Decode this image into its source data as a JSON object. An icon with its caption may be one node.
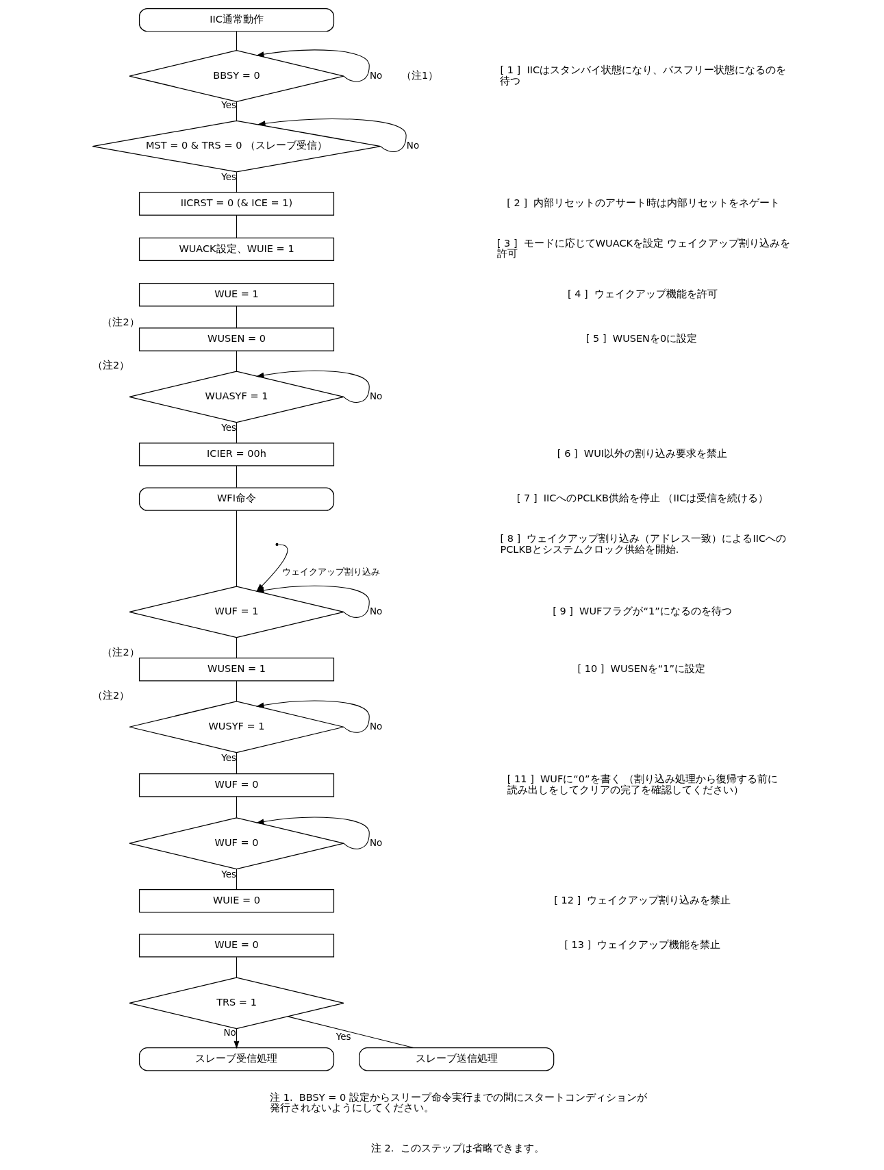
{
  "diagram": {
    "nodes": [
      {
        "text": [
          "IIC通常動作"
        ]
      },
      {
        "text": [
          "BBSY = 0"
        ]
      },
      {
        "text": [
          "MST = 0 & TRS = 0 （スレーブ受信）"
        ]
      },
      {
        "text": [
          "IICRST = 0 (& ICE = 1)"
        ]
      },
      {
        "text": [
          "WUACK設定、WUIE = 1"
        ]
      },
      {
        "text": [
          "WUE = 1"
        ]
      },
      {
        "text": [
          "WUSEN = 0"
        ],
        "beside": [
          "（注2）"
        ]
      },
      {
        "text": [
          "WUASYF = 1"
        ],
        "beside": [
          "（注2）"
        ]
      },
      {
        "text": [
          "ICIER = 00h"
        ]
      },
      {
        "text": [
          "WFI命令"
        ]
      },
      {
        "text": [
          "WUF = 1"
        ]
      },
      {
        "text": [
          "WUSEN = 1"
        ],
        "beside": [
          "（注2）"
        ]
      },
      {
        "text": [
          "WUSYF = 1"
        ],
        "beside": [
          "（注2）"
        ]
      },
      {
        "text": [
          "WUF = 0"
        ]
      },
      {
        "text": [
          "WUF = 0"
        ]
      },
      {
        "text": [
          "WUIE = 0"
        ]
      },
      {
        "text": [
          "WUE = 0"
        ]
      },
      {
        "text": [
          "TRS = 1"
        ]
      },
      {
        "text": [
          "スレーブ受信処理"
        ]
      },
      {
        "text": [
          "スレーブ送信処理"
        ]
      }
    ],
    "edges": [
      {
        "from": 0,
        "to": 1,
        "arrow": "none"
      },
      {
        "from": 1,
        "to": 1,
        "arrow": "to",
        "label": "No"
      },
      {
        "from": 1,
        "to": 2,
        "arrow": "none",
        "label": "Yes"
      },
      {
        "from": 2,
        "to": 2,
        "arrow": "to",
        "label": "No"
      },
      {
        "from": 2,
        "to": 3,
        "arrow": "none",
        "label": "Yes"
      },
      {
        "from": 3,
        "to": 4,
        "arrow": "none"
      },
      {
        "from": 5,
        "to": 6,
        "arrow": "none"
      },
      {
        "from": 6,
        "to": 7,
        "arrow": "none"
      },
      {
        "from": 7,
        "to": 7,
        "arrow": "to",
        "label": "No"
      },
      {
        "from": 7,
        "to": 8,
        "arrow": "none",
        "label": "Yes"
      },
      {
        "from": 8,
        "to": 9,
        "arrow": "none"
      },
      {
        "from": 9,
        "to": 10,
        "arrow": "none"
      },
      {
        "from": null,
        "to": 10,
        "arrow": "to",
        "label": "ウェイクアップ割り込み"
      },
      {
        "from": 10,
        "to": 10,
        "arrow": "to",
        "label": "No"
      },
      {
        "from": 10,
        "to": 11,
        "arrow": "none"
      },
      {
        "from": 11,
        "to": 12,
        "arrow": "none"
      },
      {
        "from": 12,
        "to": 12,
        "arrow": "to",
        "label": "No"
      },
      {
        "from": 12,
        "to": 13,
        "arrow": "none",
        "label": "Yes"
      },
      {
        "from": 13,
        "to": 14,
        "arrow": "none"
      },
      {
        "from": 14,
        "to": 14,
        "arrow": "to",
        "label": "No"
      },
      {
        "from": 14,
        "to": 15,
        "arrow": "none",
        "label": "Yes"
      },
      {
        "from": 16,
        "to": 17,
        "arrow": "none"
      },
      {
        "from": 17,
        "to": 18,
        "arrow": "to",
        "label": "No"
      },
      {
        "from": 17,
        "to": 19,
        "arrow": "none",
        "label": "Yes"
      }
    ],
    "labels": [
      "（注1）",
      "[ 1 ]  IICはスタンバイ状態になり、バスフリー状態になるのを待つ",
      "[ 2 ]  内部リセットのアサート時は内部リセットをネゲート",
      "[ 3 ]  モードに応じてWUACKを設定 ウェイクアップ割り込みを許可",
      "[ 4 ]  ウェイクアップ機能を許可",
      "[ 5 ]  WUSENを0に設定",
      "[ 6 ]  WUI以外の割り込み要求を禁止",
      "[ 7 ]  IICへのPCLKB供給を停止 （IICは受信を続ける）",
      "[ 8 ]  ウェイクアップ割り込み（アドレス一致）によるIICへのPCLKBとシステムクロック供給を開始.",
      "[ 9 ]  WUFフラグが“1”になるのを待つ",
      "[ 10 ]  WUSENを“1”に設定",
      "[ 11 ]  WUFに“0”を書く （割り込み処理から復帰する前に読み出しをしてクリアの完了を確認してください）",
      "[ 12 ]  ウェイクアップ割り込みを禁止",
      "[ 13 ]  ウェイクアップ機能を禁止",
      "注 1.  BBSY = 0 設定からスリープ命令実行までの間にスタートコンディションが発行されないようにしてください。",
      "注 2.  このステップは省略できます。"
    ]
  }
}
